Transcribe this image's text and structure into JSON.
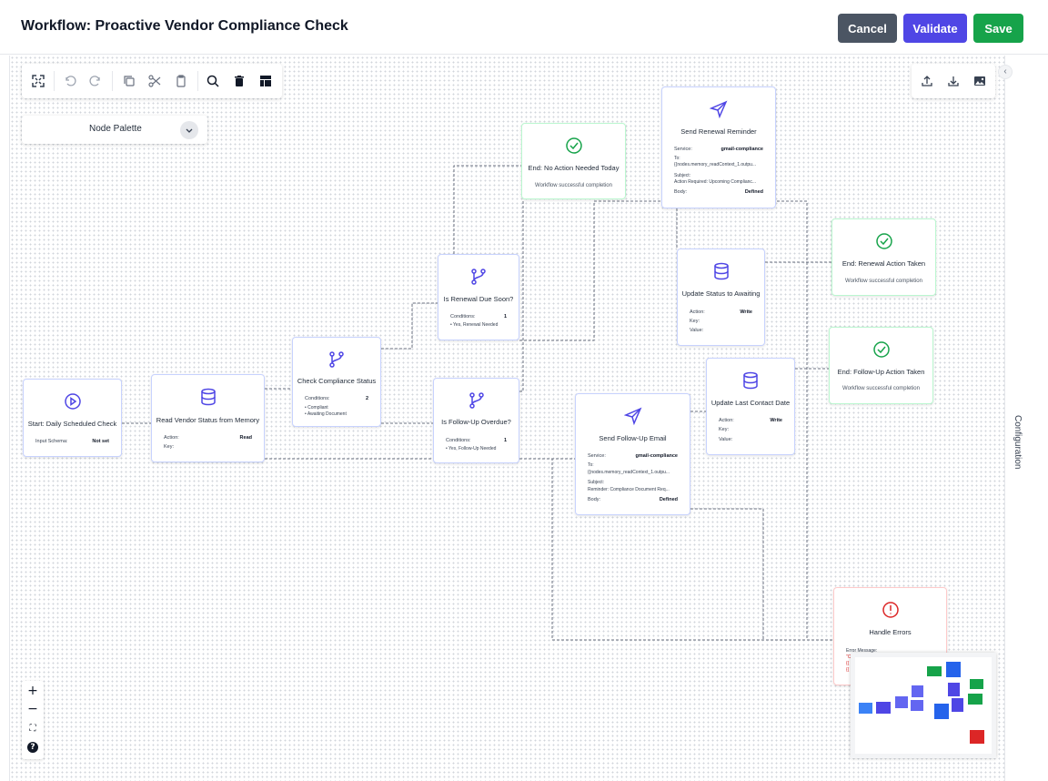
{
  "header": {
    "title": "Workflow: Proactive Vendor Compliance Check",
    "cancel_label": "Cancel",
    "validate_label": "Validate",
    "save_label": "Save"
  },
  "colors": {
    "cancel": "#4b5563",
    "validate": "#4f46e5",
    "save": "#16a34a",
    "node_icon": "#4f46e5",
    "end_icon": "#16a34a",
    "error_icon": "#dc2626"
  },
  "toolbar": {
    "icons": [
      "fit-view-icon",
      "undo-icon",
      "redo-icon",
      "copy-icon",
      "cut-icon",
      "paste-icon",
      "search-icon",
      "delete-icon",
      "layout-icon"
    ],
    "export_icons": [
      "upload-icon",
      "download-icon",
      "image-icon"
    ]
  },
  "palette": {
    "label": "Node Palette"
  },
  "side_panel": {
    "label": "Configuration"
  },
  "nodes": {
    "start": {
      "title": "Start: Daily Scheduled Check",
      "k1": "Input Schema:",
      "v1": "Not set"
    },
    "read_memory": {
      "title": "Read Vendor Status from Memory",
      "k1": "Action:",
      "v1": "Read",
      "k2": "Key:"
    },
    "check_status": {
      "title": "Check Compliance Status",
      "k1": "Conditions:",
      "v1": "2",
      "b1": "• Compliant",
      "b2": "• Awaiting Document"
    },
    "renewal_due": {
      "title": "Is Renewal Due Soon?",
      "k1": "Conditions:",
      "v1": "1",
      "b1": "• Yes, Renewal Needed"
    },
    "followup_overdue": {
      "title": "Is Follow-Up Overdue?",
      "k1": "Conditions:",
      "v1": "1",
      "b1": "• Yes, Follow-Up Needed"
    },
    "end_no_action": {
      "title": "End: No Action Needed Today",
      "sub": "Workflow successful completion"
    },
    "send_renewal": {
      "title": "Send Renewal Reminder",
      "k1": "Service:",
      "v1": "gmail-compliance",
      "k2": "To:",
      "l2": "{{nodes.memory_readContext_1.outpu...",
      "k3": "Subject:",
      "l3": "Action Required: Upcoming Complianc...",
      "k4": "Body:",
      "v4": "Defined"
    },
    "update_awaiting": {
      "title": "Update Status to Awaiting",
      "k1": "Action:",
      "v1": "Write",
      "k2": "Key:",
      "k3": "Value:"
    },
    "end_renewal": {
      "title": "End: Renewal Action Taken",
      "sub": "Workflow successful completion"
    },
    "send_followup": {
      "title": "Send Follow-Up Email",
      "k1": "Service:",
      "v1": "gmail-compliance",
      "k2": "To:",
      "l2": "{{nodes.memory_readContext_1.outpu...",
      "k3": "Subject:",
      "l3": "Reminder: Compliance Document Req...",
      "k4": "Body:",
      "v4": "Defined"
    },
    "update_contact": {
      "title": "Update Last Contact Date",
      "k1": "Action:",
      "v1": "Write",
      "k2": "Key:",
      "k3": "Value:"
    },
    "end_followup": {
      "title": "End: Follow-Up Action Taken",
      "sub": "Workflow successful completion"
    },
    "handle_errors": {
      "title": "Handle Errors",
      "k1": "Error Message:",
      "e1": "\"C",
      "e2": "{{",
      "e3": "{{"
    }
  },
  "zoom": {
    "in": "+",
    "out": "−",
    "fit": "⛶",
    "help": "?"
  }
}
